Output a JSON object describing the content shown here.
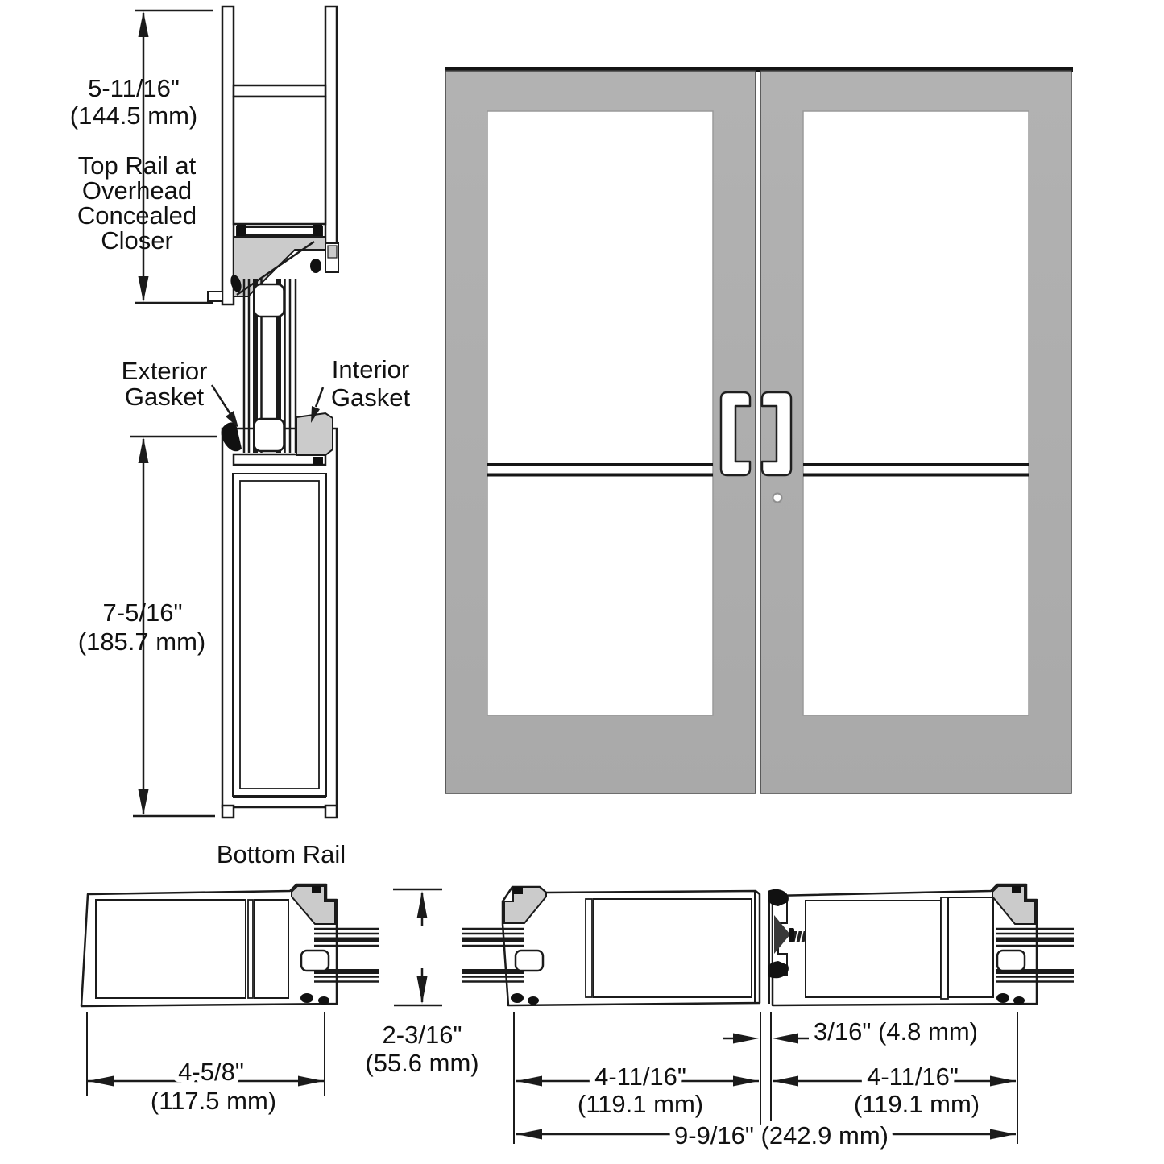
{
  "colors": {
    "line": "#1b1b1b",
    "gasket_fill": "#cbcbcb",
    "door_gray": "#adadad",
    "glass_white": "#ffffff",
    "accent_dark_edge": "#141414"
  },
  "left_diagram": {
    "top_dim": {
      "in": "5-11/16\"",
      "mm": "(144.5 mm)"
    },
    "top_label": [
      "Top Rail at",
      "Overhead",
      "Concealed",
      "Closer"
    ],
    "exterior_gasket": [
      "Exterior",
      "Gasket"
    ],
    "interior_gasket": [
      "Interior",
      "Gasket"
    ],
    "bottom_dim": {
      "in": "7-5/16\"",
      "mm": "(185.7 mm)"
    },
    "bottom_label": "Bottom Rail"
  },
  "plan_diagram": {
    "hinge_stile": {
      "in": "4-5/8\"",
      "mm": "(117.5 mm)"
    },
    "depth": {
      "in": "2-3/16\"",
      "mm": "(55.6 mm)"
    },
    "gap": "3/16\" (4.8 mm)",
    "left_stile": {
      "in": "4-11/16\"",
      "mm": "(119.1 mm)"
    },
    "right_stile": {
      "in": "4-11/16\"",
      "mm": "(119.1 mm)"
    },
    "overall": "9-9/16\" (242.9 mm)"
  }
}
